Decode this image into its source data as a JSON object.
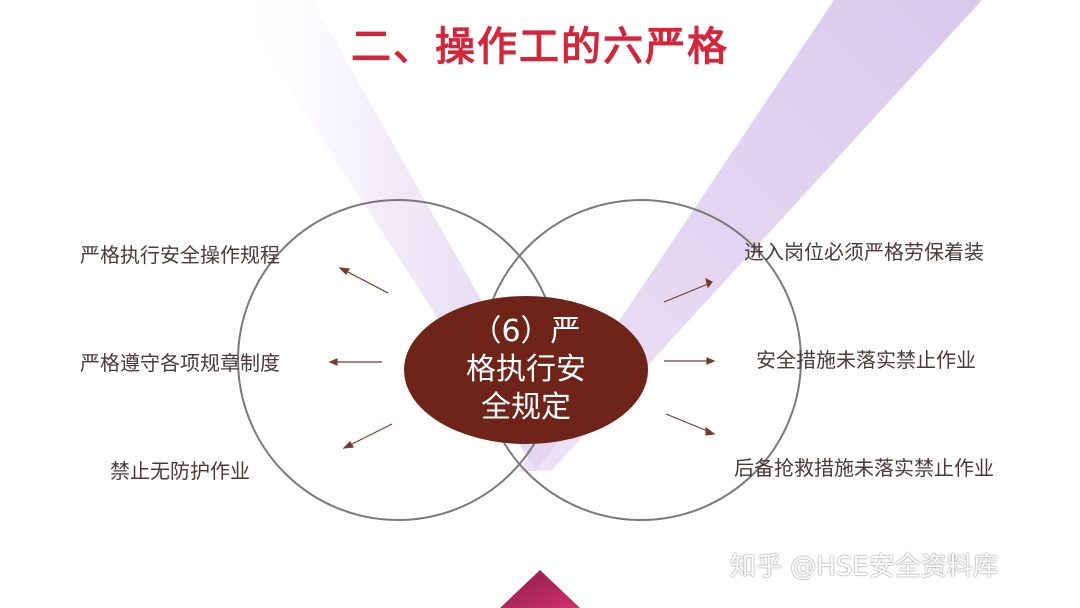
{
  "title": "二、操作工的六严格",
  "colors": {
    "title": "#d6243a",
    "center_fill": "#6e2418",
    "arrow": "#7a3a32",
    "circle": "#7a7a7a"
  },
  "center": {
    "line1": "（6）严",
    "line2": "格执行安",
    "line3": "全规定"
  },
  "left_items": [
    "严格执行安全操作规程",
    "严格遵守各项规章制度",
    "禁止无防护作业"
  ],
  "right_items": [
    "进入岗位必须严格劳保着装",
    "安全措施未落实禁止作业",
    "后备抢救措施未落实禁止作业"
  ],
  "watermark": "知乎 @HSE安全资料库"
}
